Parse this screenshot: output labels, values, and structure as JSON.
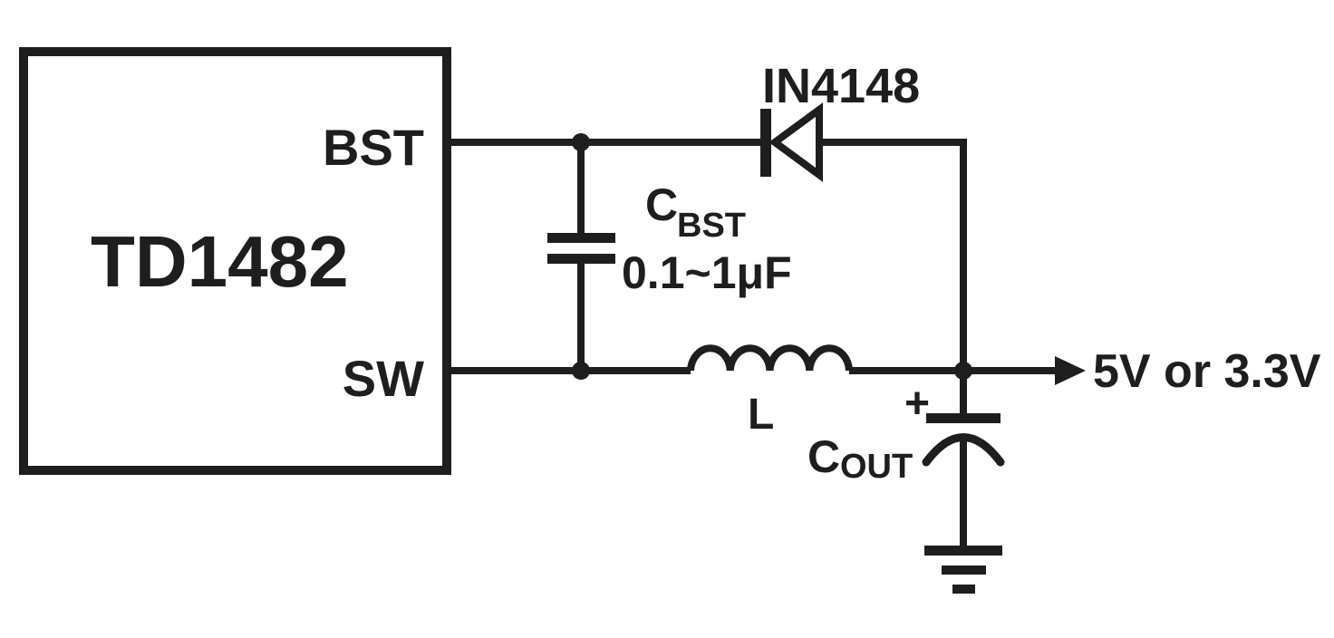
{
  "colors": {
    "ink": "#1e1e1e",
    "background": "#ffffff"
  },
  "ic": {
    "name": "TD1482",
    "pin_bst": "BST",
    "pin_sw": "SW"
  },
  "diode": {
    "label": "IN4148"
  },
  "bootstrap_cap": {
    "ref": "C",
    "ref_sub": "BST",
    "value": "0.1~1μF"
  },
  "inductor": {
    "label": "L"
  },
  "output_cap": {
    "ref": "C",
    "ref_sub": "OUT",
    "polarity": "+"
  },
  "output": {
    "label": "5V or 3.3V"
  }
}
